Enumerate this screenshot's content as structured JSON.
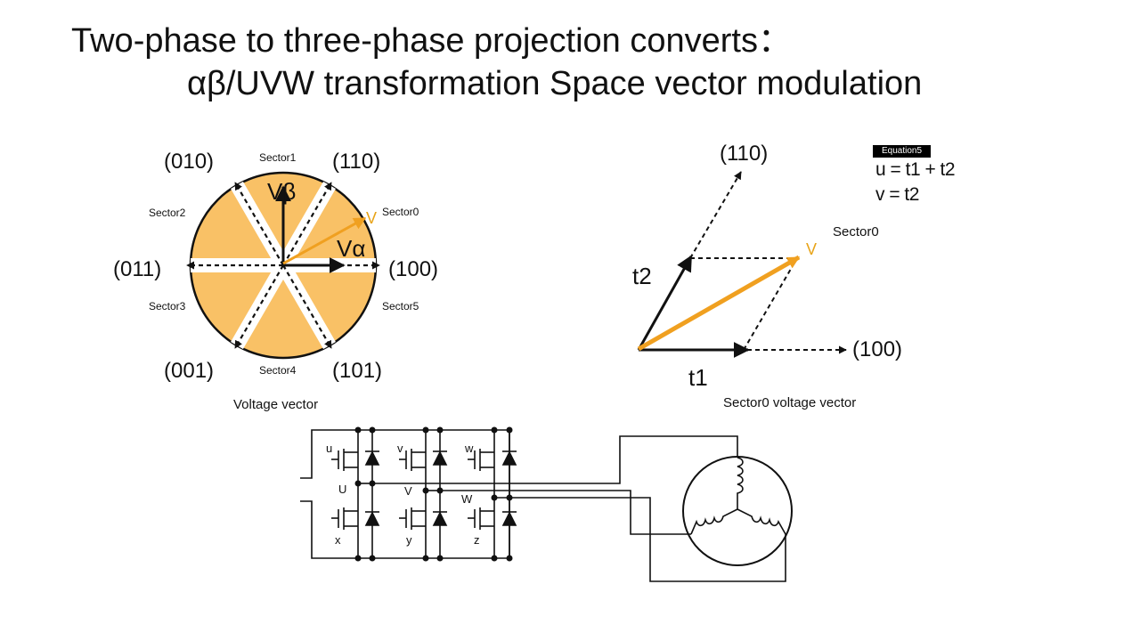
{
  "title": {
    "line1": "Two-phase to three-phase projection converts：",
    "line2": "αβ/UVW transformation  Space vector modulation"
  },
  "hexagon_diagram": {
    "codes": {
      "c010": "(010)",
      "c110": "(110)",
      "c011": "(011)",
      "c100": "(100)",
      "c001": "(001)",
      "c101": "(101)"
    },
    "sectors": {
      "s0": "Sector0",
      "s1": "Sector1",
      "s2": "Sector2",
      "s3": "Sector3",
      "s4": "Sector4",
      "s5": "Sector5"
    },
    "v_beta": "Vβ",
    "v_alpha": "Vα",
    "v": "V",
    "caption": "Voltage vector"
  },
  "sector0_diagram": {
    "code_110": "(110)",
    "code_100": "(100)",
    "t1": "t1",
    "t2": "t2",
    "v": "V",
    "sector": "Sector0",
    "caption": "Sector0 voltage vector"
  },
  "equation": {
    "badge": "Equation5",
    "line_u": "u = t1 + t2",
    "line_v": "v = t2"
  },
  "inverter": {
    "switch_u": "u",
    "switch_v": "v",
    "switch_w": "w",
    "switch_x": "x",
    "switch_y": "y",
    "switch_z": "z",
    "phase_u": "U",
    "phase_v": "V",
    "phase_w": "W"
  },
  "colors": {
    "fill": "#f9c166",
    "vector": "#f0a020",
    "line": "#111111"
  }
}
